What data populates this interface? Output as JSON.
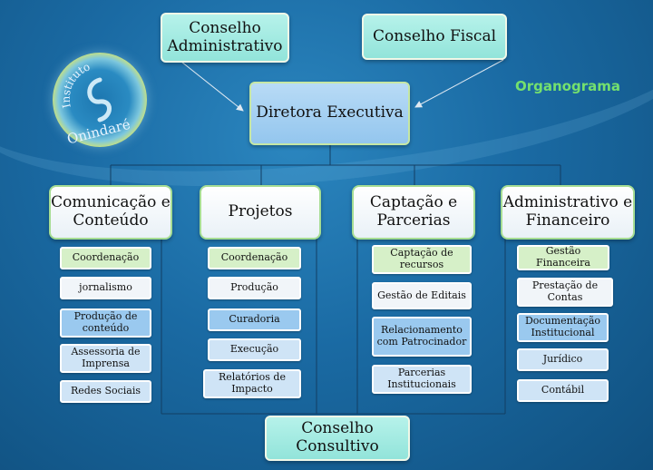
{
  "title": "Organograma",
  "logo": {
    "arc_text": "Instituto",
    "name": "Onindaré"
  },
  "top": {
    "conselho_administrativo": "Conselho Administrativo",
    "conselho_fiscal": "Conselho Fiscal",
    "diretora_executiva": "Diretora Executiva"
  },
  "departments": [
    {
      "label": "Comunicação e Conteúdo",
      "items": [
        "Coordenação",
        "jornalismo",
        "Produção de conteúdo",
        "Assessoria de Imprensa",
        "Redes Sociais"
      ]
    },
    {
      "label": "Projetos",
      "items": [
        "Coordenação",
        "Produção",
        "Curadoria",
        "Execução",
        "Relatórios de Impacto"
      ]
    },
    {
      "label": "Captação e Parcerias",
      "items": [
        "Captação de recursos",
        "Gestão de Editais",
        "Relacionamento com Patrocinador",
        "Parcerias Institucionais"
      ]
    },
    {
      "label": "Administrativo e Financeiro",
      "items": [
        "Gestão Financeira",
        "Prestação de Contas",
        "Documentação Institucional",
        "Jurídico",
        "Contábil"
      ]
    }
  ],
  "bottom": {
    "conselho_consultivo": "Conselho Consultivo"
  }
}
